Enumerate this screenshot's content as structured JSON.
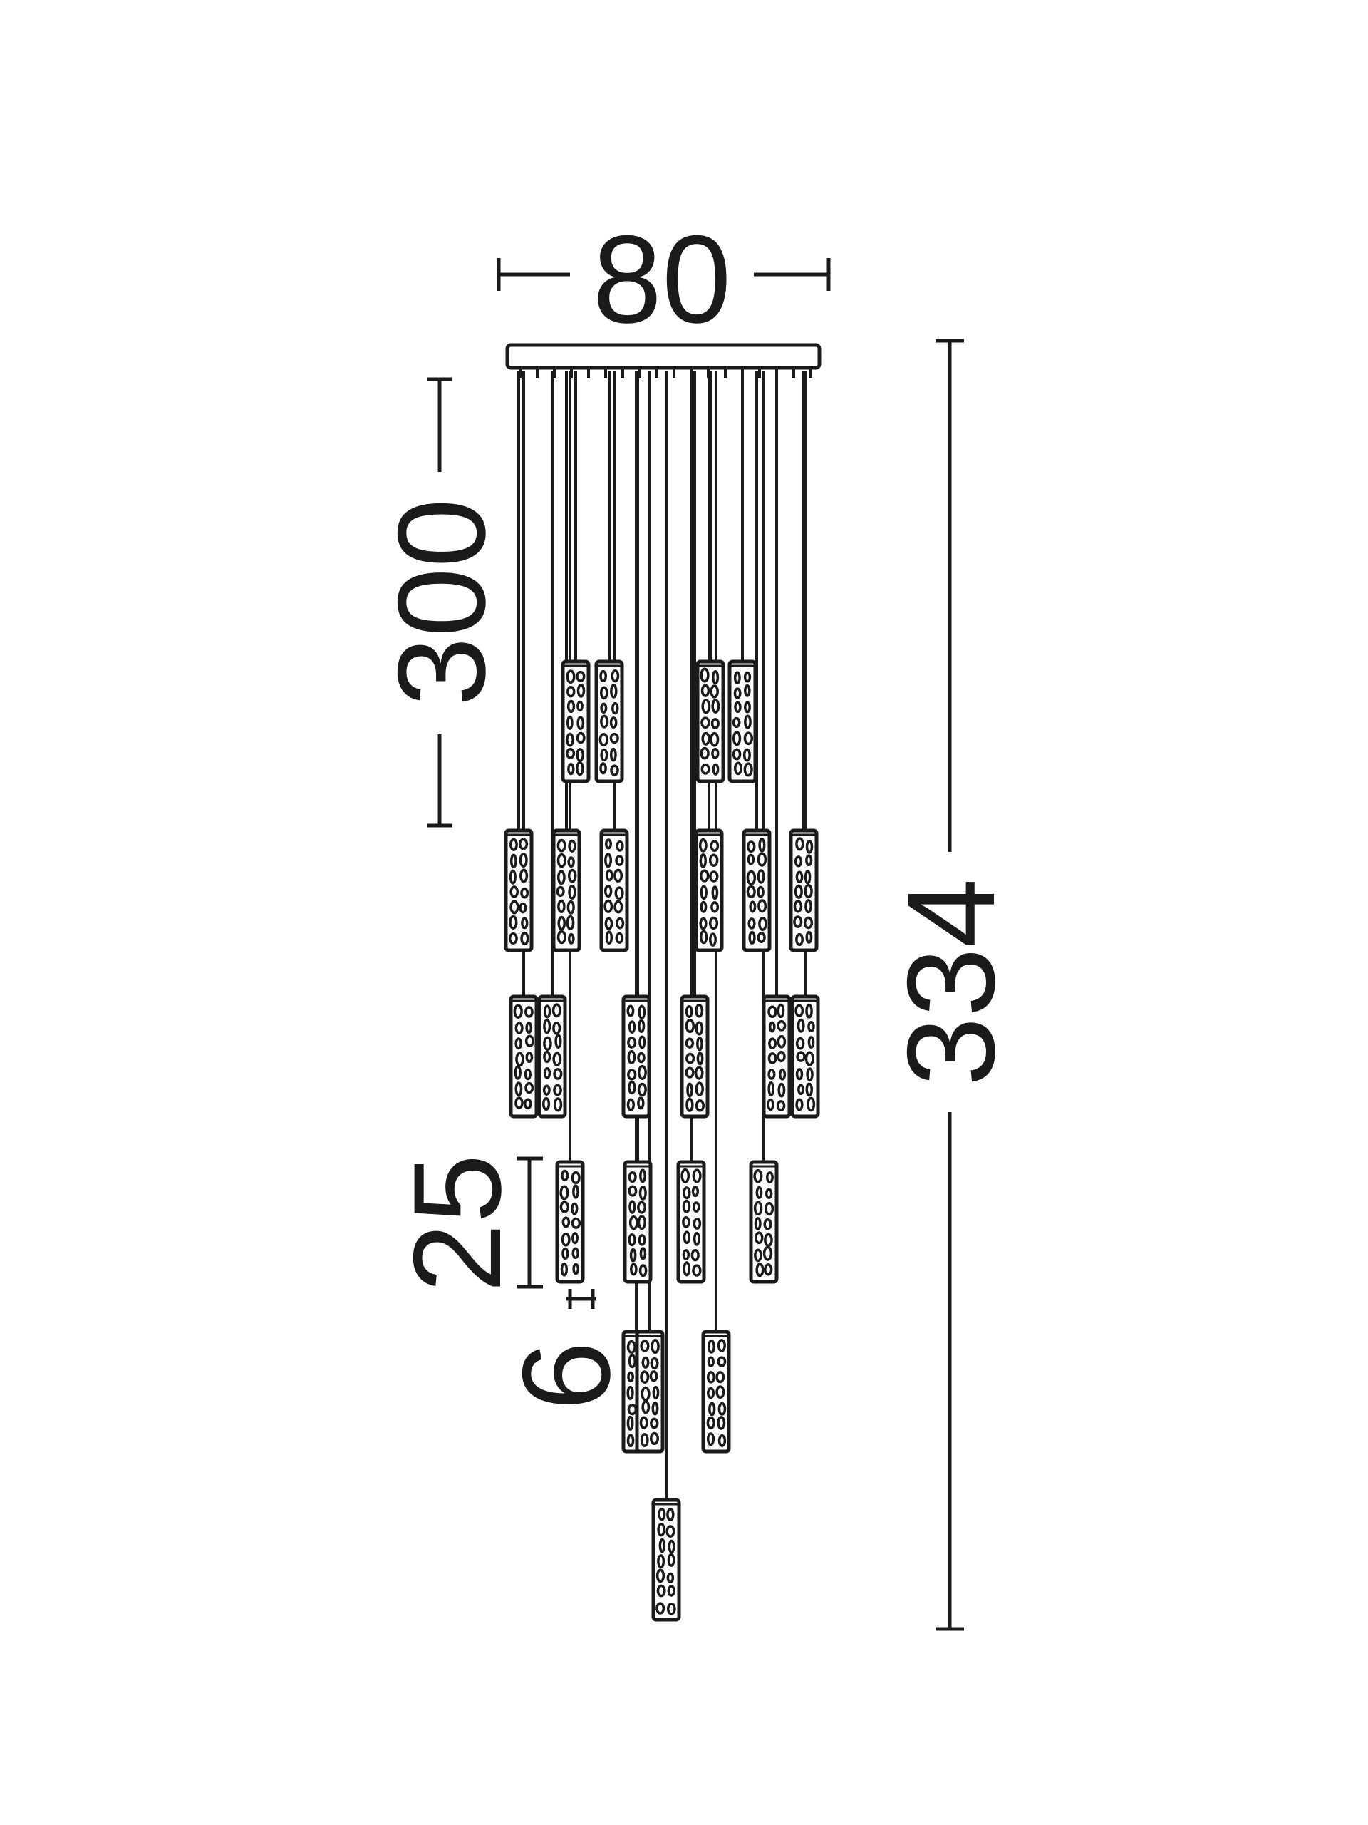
{
  "diagram": {
    "type": "technical-dimension-drawing",
    "colors": {
      "line": "#1a1a1a",
      "background": "#ffffff"
    },
    "dimensions": {
      "width_label": "80",
      "cable_length_label": "300",
      "total_height_label": "334",
      "pendant_height_label": "25",
      "pendant_diameter_label": "6"
    }
  }
}
